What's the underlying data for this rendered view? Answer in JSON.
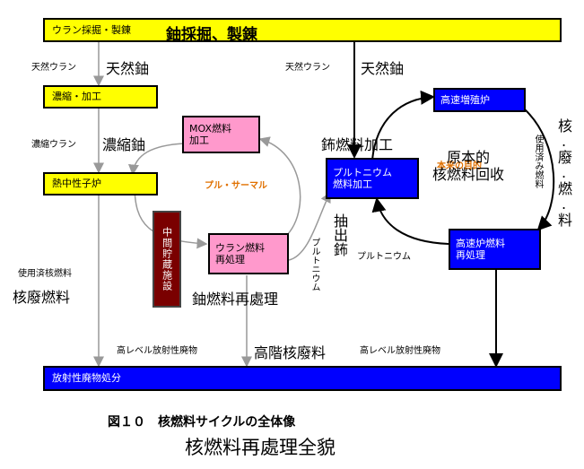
{
  "boxes": {
    "mining": "ウラン採掘・製錬",
    "enrichment": "濃縮・加工",
    "thermal_reactor": "熱中性子炉",
    "mox": "MOX燃料\n加工",
    "interim_storage": "中間貯蔵施設",
    "uranium_reprocess": "ウラン燃料\n再処理",
    "pu_fuel": "プルトニウム\n燃料加工",
    "fbr": "高速増殖炉",
    "fbr_reprocess": "高速炉燃料\n再処理",
    "disposal": "放射性廃物処分"
  },
  "labels": {
    "natural_uranium_left": "天然ウラン",
    "natural_uranium_mid": "天然ウラン",
    "enriched_uranium": "濃縮ウラン",
    "pluthermal": "プル・サーマル",
    "spent_fuel_left": "使用済核燃料",
    "spent_fuel_right": "使用済み燃料",
    "plutonium_vertical": "プルトニウム",
    "plutonium_bottom": "プルトニウム",
    "hlw_left": "高レベル放射性廃物",
    "hlw_right": "高レベル放射性廃物",
    "original_purpose": "本来の目的"
  },
  "overlay": {
    "mining": "鈾採掘、製錬",
    "natural_uranium_left": "天然鈾",
    "natural_uranium_mid": "天然鈾",
    "enriched_uranium": "濃縮鈾",
    "pu_fuel": "鈽燃料加工",
    "spent_fuel_right": "核.廢.燃.料",
    "original_purpose": "原本的\n核燃料回收",
    "extracted_pu": "抽出鈽",
    "spent_fuel_left": "核廢燃料",
    "uranium_reprocess": "鈾燃料再處理",
    "hlw": "高階核廢料"
  },
  "caption": {
    "title": "図１０　核燃料サイクルの全体像",
    "subtitle": "核燃料再處理全貌"
  }
}
